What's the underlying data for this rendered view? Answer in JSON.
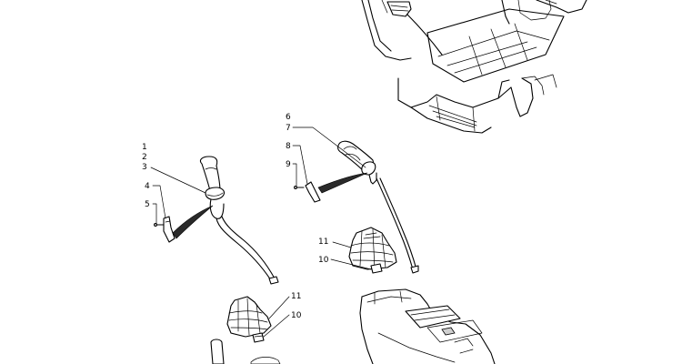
{
  "callouts": {
    "l1": "1",
    "l2": "2",
    "l3": "3",
    "l4": "4",
    "l5": "5",
    "l6": "6",
    "l7": "7",
    "l8": "8",
    "l9": "9",
    "l10a": "10",
    "l11a": "11",
    "l10b": "10",
    "l11b": "11"
  }
}
